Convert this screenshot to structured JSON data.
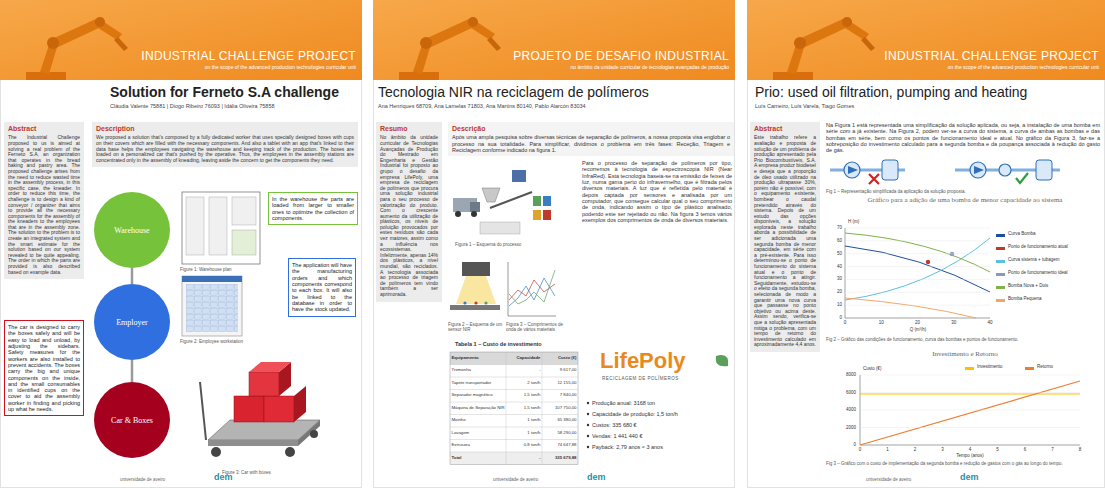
{
  "diagram": {
    "nodes": [
      {
        "text": [
          "INDUSTRIAL CHALLENGE PROJECT",
          "on the scope of the advanced production technologies curricular unit"
        ]
      },
      {
        "text": [
          "Abstract",
          "The Industrial Challenge proposed to us is aimed at solving a real problem of the Ferneto S.A, an organization that operates in the bread baking and pastry area. The proposed challenge arises from the need to reduce wasted time in the assembly process, in this specific case, the kneader. In order to reduce this time, the challenge is to design a kind of conveyor / organizer that aims to provide all the necessary components for the assembly of the kneaders to the employees that are in the assembly zone. The solution to the problem is to create an integrated system and the smart estimate for the solution based on our system revealed to be quite appealing. The order in which the parts are provided is also described based on example data."
        ]
      },
      {
        "text": [
          "Description",
          "We proposed a solution that's composed by a fully dedicated worker that uses specially designed boxes with cups on their covers which are filled with the necessary components. And also a tablet with an app that's linked to their data base helps the employees navigating the warehouse and keeping track of the production. The boxes are loaded on a personalized car that's pushed by the operative. Thus, the employees in the assembly stations are concentrated only in the assembly of kneading, leaving aside the concern to get the components they need."
        ]
      },
      {
        "text": [
          "Warehouse"
        ]
      },
      {
        "text": [
          "Employer"
        ]
      },
      {
        "text": [
          "Car & Boxes"
        ]
      },
      {
        "text": [
          "In the warehouse the parts are loaded from larger to smaller ones to optimize the collection of components."
        ]
      },
      {
        "text": [
          "The application will have the manufacturing orders and which components correspond to each box. It will also be linked to the database in order to have the stock updated."
        ]
      },
      {
        "text": [
          "The car is designed to carry the boxes safely and will be easy to load and unload, by adjusting the sidebars. Safety measures for the workers are also installed to prevent accidents. The boxes carry the big and unique components on the inside, and the small consumables in identified cups on the cover to aid the assembly worker in finding and picking up what he needs."
        ]
      },
      {
        "text": [
          "PROJETO DE DESAFIO INDUSTRIAL",
          "no âmbito da unidade curricular de tecnologias avançadas de produção"
        ]
      },
      {
        "text": [
          "Resumo",
          "No âmbito da unidade curricular de Tecnologias Avançadas de Produção do Mestrado em Engenharia e Gestão Industrial foi proposto ao grupo o desafio da empresa LifePoly, uma empresa de reciclagem de polímeros que procura uma solução industrial para o seu processo de valorização do produto. Com o crescente aumento da utilização de plásticos, os níveis de poluição provocados por estes resíduos são cada vez maiores, assim como a influência nos ecossistemas. Infelizmente, apenas 14% dos plásticos, a nível mundial, são reciclados. A tecnologia associada ao processo de triagem de polímeros tem vindo também a ser aprimorada."
        ]
      },
      {
        "text": [
          "Descrição",
          "Após uma ampla pesquisa sobre diversas técnicas de separação de polímeros, a nossa proposta visa englobar o processo na sua totalidade. Para simplificar, dividimos o problema em três fases: Receção, Triagem e Reciclagem conforme indicado na figura 1."
        ]
      },
      {
        "text": [
          "INDUSTRIAL CHALLENGE PROJECT",
          "on the scope of the advanced production technologies curricular unit"
        ]
      },
      {
        "text": [
          "Abstract",
          "Este trabalho refere a avaliação e proposta de solução de um problema de produção apresentado pela Prio Biocombustíveis, S.A. A empresa produz biodiesel e deseja que a proporção de óleo usado utilizado na produção ultrapasse 30%, porém não é possível, com o equipamento existente, bombear o caudal pretendido através do sistema. Depois de um estudo das opções disponíveis, a solução explorada neste trabalho aborda a possibilidade de ser adicionada uma segunda bomba de menor capacidade, em série com a pré-existente. Para isso determinou-se o ponto de funcionamento do sistema atual e o ponto de funcionamento a atingir. Seguidamente, estudou-se o efeito da segunda bomba, selecionada de modo a garantir uma nova curva que passasse no ponto objetivo ou acima deste. Assim sendo, verifica-se que a solução apresentada mitiga o problema, com um tempo de retorno do investimento calculado em aproximadamente 4,4 anos."
        ]
      }
    ],
    "edges": [
      {
        "from": 3,
        "to": 4,
        "arrow": "none"
      },
      {
        "from": 4,
        "to": 5,
        "arrow": "none"
      }
    ],
    "labels": [
      "Solution for Ferneto S.A challenge",
      "Cláudia Valente 75881 | Diogo Ribeiro 76093 | Idália Oliveira 75858",
      "Figure 1: Warehouse plan",
      "Figure 2: Employee workstation",
      "Figure 3: Car with boxes",
      "universidade de aveiro",
      "dem",
      "Tecnologia NIR na reciclagem de polímeros",
      "Ana Henriques 68709, Ana Lamelas 71803, Ana Martins 80140, Pablo Alarcón 83034",
      "Para o processo de separação de polímeros por tipo, recorremos à tecnologia de espectroscopia NIR (Near InfraRed). Esta tecnologia baseia-se na emissão de feixes de luz, numa gama perto do infravermelho, que é filtrada pelos diversos materiais. A luz que é refletida pelo material é depois captada por sensores e analisada por um computador, que consegue calcular qual o seu comprimento de onda, indicando assim o tipo de plástico analisado, podendo este ser rejeitado ou não. Na figura 3 temos vários exemplos dos comprimentos de onda de diversos materiais.",
      "Figura 1 – Esquema do processo",
      "Figura 2 – Esquema de um sensor NIR",
      "Figura 3 – Comprimentos de onda de vários materiais",
      "Tabela 1 – Custo de investimento",
      "Equipamento",
      "Capacidade",
      "Custo (€)",
      "Tremonha",
      "-",
      "9 617,00",
      "Tapete transportador",
      "2 ton/h",
      "12 155,00",
      "Separador magnético",
      "1,5 ton/h",
      "7 840,00",
      "Máquina de Separação NIR",
      "1,5 ton/h",
      "107 750,00",
      "Moinho",
      "1 ton/h",
      "65 380,00",
      "Lavagem",
      "1 ton/h",
      "58 290,00",
      "Extrusora",
      "0,8 ton/h",
      "74 647,88",
      "Total",
      "-",
      "335 679,88",
      "LifePoly",
      "RECICLAGEM DE POLÍMEROS",
      "Produção anual: 3168 ton",
      "Capacidade de produção: 1,5 ton/h",
      "Custos: 335 680 €",
      "Vendas: 1 441 440 €",
      "Payback: 2,79 anos ≈ 3 anos",
      "universidade de aveiro",
      "dem",
      "Prio: used oil filtration, pumping and heating",
      "Luís Carneiro, Luís Varela, Tiago Gomes",
      "Na Figura 1 está representada uma simplificação da solução aplicada, ou seja, a instalação de uma bomba em série com a já existente. Na Figura 2, podem ver-se a curva do sistema, a curva de ambas as bombas e das bombas em série, bem como os pontos de funcionamento ideal e atual. No gráfico da Figura 3, faz-se a sobreposição do investimento calculado para a segunda bomba e da poupança associada à redução do gasto de gás.",
      "Fig 1 – Representação simplificada da aplicação da solução proposta.",
      "Gráfico para a adição de uma bomba de menor capacidade ao sistema",
      "0",
      "10",
      "20",
      "30",
      "40",
      "50",
      "60",
      "70",
      "0",
      "10",
      "20",
      "30",
      "40",
      "H (m)",
      "Q (m³/h)",
      "Fig 2 – Gráfico das condições de funcionamento, curva das bombas e pontos de funcionamento.",
      "Investimento e Retorno",
      "0",
      "2000",
      "4000",
      "6000",
      "8000",
      "0",
      "1",
      "2",
      "3",
      "4",
      "5",
      "6",
      "7",
      "8",
      "Custo (€)",
      "Tempo (anos)",
      "Fig 3 – Gráfico com o custo de implementação da segunda bomba e redução de gastos com o gás ao longo do tempo.",
      "universidade de aveiro",
      "dem"
    ],
    "legend": [
      {
        "text": "Curva Bomba",
        "color": "#1f4e9c"
      },
      {
        "text": "Ponto de funcionamento atual",
        "color": "#c0392b"
      },
      {
        "text": "Curva sistema + tubagem",
        "color": "#5bc0de"
      },
      {
        "text": "Ponto de funcionamento ideal",
        "color": "#8a9bb8"
      },
      {
        "text": "Bomba Nova + Dois",
        "color": "#7fb24a"
      },
      {
        "text": "Bomba Pequena",
        "color": "#f0a868"
      },
      {
        "text": "Investimento",
        "color": "#ffc000"
      },
      {
        "text": "Retorno",
        "color": "#ed7d31"
      }
    ]
  }
}
